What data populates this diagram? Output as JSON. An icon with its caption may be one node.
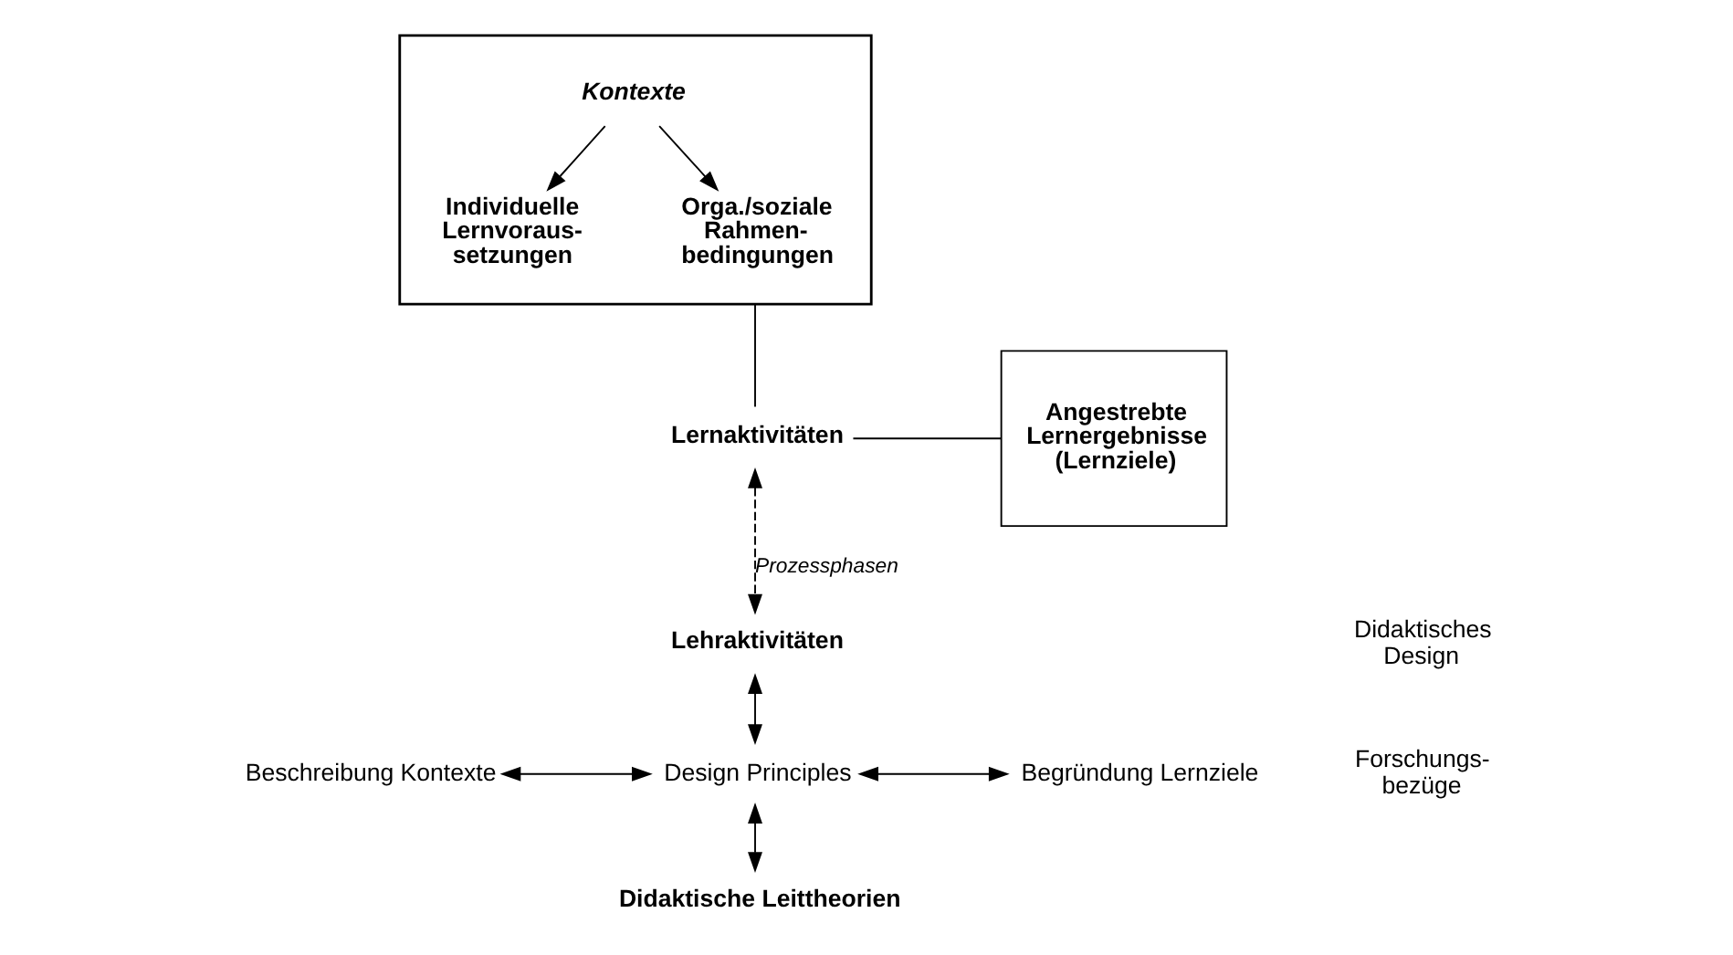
{
  "diagram": {
    "nodes": [
      {
        "text": [],
        "shape": "box"
      },
      {
        "text": [
          "Kontexte"
        ],
        "in": 0
      },
      {
        "text": [
          "Individuelle Lernvoraus- setzungen"
        ],
        "in": 0
      },
      {
        "text": [
          "Orga./soziale Rahmen- bedingungen"
        ],
        "in": 0
      },
      {
        "text": [
          "Lernaktivitäten"
        ]
      },
      {
        "text": [
          "Angestrebte Lernergebnisse (Lernziele)"
        ]
      },
      {
        "text": [
          "Lehraktivitäten"
        ]
      },
      {
        "text": [
          "Beschreibung Kontexte"
        ]
      },
      {
        "text": [
          "Design Principles"
        ]
      },
      {
        "text": [
          "Begründung Lernziele"
        ]
      },
      {
        "text": [
          "Didaktische Leittheorien"
        ]
      }
    ],
    "edges": [
      {
        "from": 1,
        "to": 2,
        "arrow": "to"
      },
      {
        "from": 1,
        "to": 3,
        "arrow": "to"
      },
      {
        "from": 0,
        "to": 4,
        "arrow": "none"
      },
      {
        "from": 4,
        "to": 5,
        "arrow": "none"
      },
      {
        "from": 4,
        "to": 6,
        "arrow": "both",
        "style": "dashed",
        "label": "Prozessphasen"
      },
      {
        "from": 6,
        "to": 8,
        "arrow": "both"
      },
      {
        "from": 7,
        "to": 8,
        "arrow": "both"
      },
      {
        "from": 8,
        "to": 9,
        "arrow": "both"
      },
      {
        "from": 8,
        "to": 10,
        "arrow": "both"
      }
    ],
    "labels": [
      "Didaktisches Design",
      "Forschungs- bezüge"
    ]
  }
}
